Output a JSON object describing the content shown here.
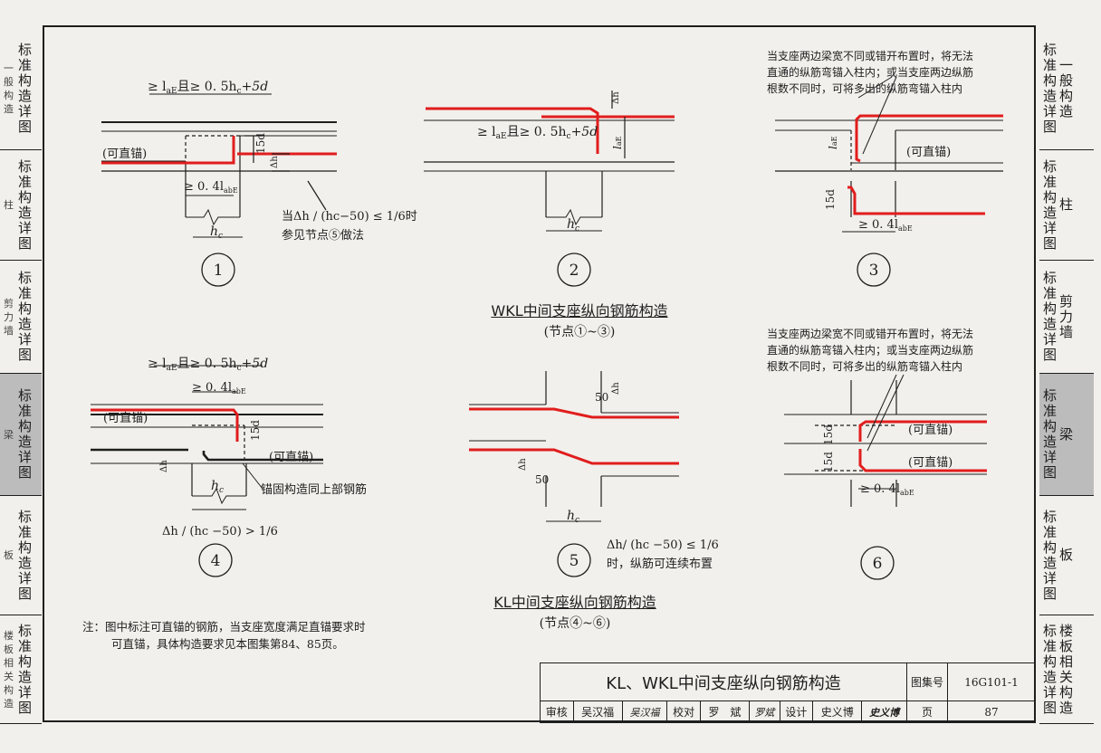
{
  "left_tabs": [
    {
      "std": "标准构造详图",
      "title": "",
      "frag": "一般构造"
    },
    {
      "std": "标准构造详图",
      "title": "",
      "frag": "柱"
    },
    {
      "std": "标准构造详图",
      "title": "",
      "frag": "剪力墙"
    },
    {
      "std": "标准构造详图",
      "title": "",
      "frag": "梁"
    },
    {
      "std": "标准构造详图",
      "title": "",
      "frag": "板"
    },
    {
      "std": "标准构造详图",
      "title": "",
      "frag": "楼板相关构造"
    }
  ],
  "right_tabs": [
    {
      "std": "标准构造详图",
      "title": "一般构造"
    },
    {
      "std": "标准构造详图",
      "title": "柱"
    },
    {
      "std": "标准构造详图",
      "title": "剪力墙"
    },
    {
      "std": "标准构造详图",
      "title": "梁",
      "active": true
    },
    {
      "std": "标准构造详图",
      "title": "板"
    },
    {
      "std": "标准构造详图",
      "title": "楼板相关构造"
    }
  ],
  "diagrams": {
    "d1": {
      "num": "1",
      "top_dim": "≥ l",
      "top_dim_sub": "aE",
      "top_dim2": "且≥ 0. 5h",
      "top_dim2_sub": "c",
      "top_dim3": "+5d",
      "anchor_label": "(可直锚)",
      "dim_04": "≥ 0. 4l",
      "dim_04_sub": "abE",
      "dim_15d": "15d",
      "dim_dh": "Δh",
      "dim_hc": "h",
      "dim_hc_sub": "c",
      "note1": "当Δh / (hc−50) ≤ 1/6时",
      "note2": "参见节点⑤做法"
    },
    "d2": {
      "num": "2",
      "dim": "≥ l",
      "dim_sub": "aE",
      "dim2": "且≥ 0. 5h",
      "dim2_sub": "c",
      "dim3": "+5d",
      "dim_dh": "Δh",
      "dim_lae": "l",
      "dim_lae_sub": "aE",
      "dim_hc": "h",
      "dim_hc_sub": "c"
    },
    "d3": {
      "num": "3",
      "note": [
        "当支座两边梁宽不同或错开布置时，将无法",
        "直通的纵筋弯锚入柱内；或当支座两边纵筋",
        "根数不同时，可将多出的纵筋弯锚入柱内"
      ],
      "anchor_label": "(可直锚)",
      "dim_lae": "l",
      "dim_lae_sub": "aE",
      "dim_15d": "15d",
      "dim_04": "≥ 0. 4l",
      "dim_04_sub": "abE"
    },
    "d4": {
      "num": "4",
      "top_dim": "≥ l",
      "top_dim_sub": "aE",
      "top_dim2": "且≥ 0. 5h",
      "top_dim2_sub": "c",
      "top_dim3": "+5d",
      "dim_04": "≥ 0. 4l",
      "dim_04_sub": "abE",
      "anchor_top": "(可直锚)",
      "anchor_bot": "(可直锚)",
      "dim_15d": "15d",
      "dim_dh": "Δh",
      "dim_hc": "h",
      "dim_hc_sub": "c",
      "anchor_note": "锚固构造同上部钢筋",
      "condition": "Δh / (hc −50) > 1/6"
    },
    "d5": {
      "num": "5",
      "dim_50a": "50",
      "dim_50b": "50",
      "dim_dh": "Δh",
      "dim_hc": "h",
      "dim_hc_sub": "c",
      "cond1": "Δh/ (hc −50) ≤ 1/6",
      "cond2": "时，纵筋可连续布置"
    },
    "d6": {
      "num": "6",
      "note": [
        "当支座两边梁宽不同或错开布置时，将无法",
        "直通的纵筋弯锚入柱内；或当支座两边纵筋",
        "根数不同时，可将多出的纵筋弯锚入柱内"
      ],
      "anchor_top": "(可直锚)",
      "anchor_bot": "(可直锚)",
      "dim_15d_a": "15d",
      "dim_15d_b": "15d",
      "dim_04": "≥ 0. 4l",
      "dim_04_sub": "abE"
    }
  },
  "captions": {
    "wkl_title": "WKL中间支座纵向钢筋构造",
    "wkl_sub": "(节点①~③)",
    "kl_title": "KL中间支座纵向钢筋构造",
    "kl_sub": "(节点④~⑥)"
  },
  "footnote": [
    "注：图中标注可直锚的钢筋，当支座宽度满足直锚要求时",
    "可直锚，具体构造要求见本图集第84、85页。"
  ],
  "title_block": {
    "title": "KL、WKL中间支座纵向钢筋构造",
    "atlas_label": "图集号",
    "atlas_no": "16G101-1",
    "page_label": "页",
    "page_no": "87",
    "review_label": "审核",
    "review_name": "吴汉福",
    "review_sig": "吴汉福",
    "check_label": "校对",
    "check_name": "罗　斌",
    "check_sig": "罗斌",
    "design_label": "设计",
    "design_name": "史义博",
    "design_sig": "史义博"
  },
  "colors": {
    "rebar": "#e11d1d",
    "line": "#1e1e1e",
    "active_tab": "#bdbcbc",
    "paper": "#f1f0ec"
  }
}
